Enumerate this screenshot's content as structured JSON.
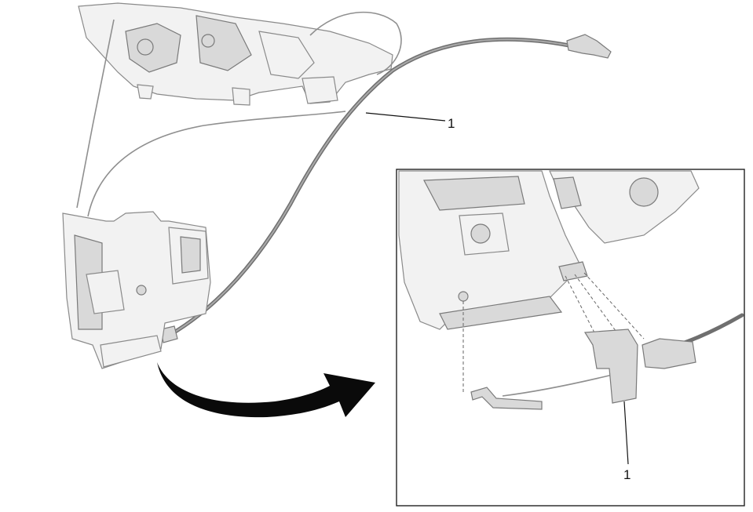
{
  "callouts": [
    {
      "label": "1",
      "target": "cable"
    },
    {
      "label": "1",
      "target": "cable-retainer-clip"
    }
  ],
  "colors": {
    "line": "#111111",
    "part_fill": "#f2f2f2",
    "cable": "#6f6f6f",
    "arrow": "#0a0a0a"
  }
}
